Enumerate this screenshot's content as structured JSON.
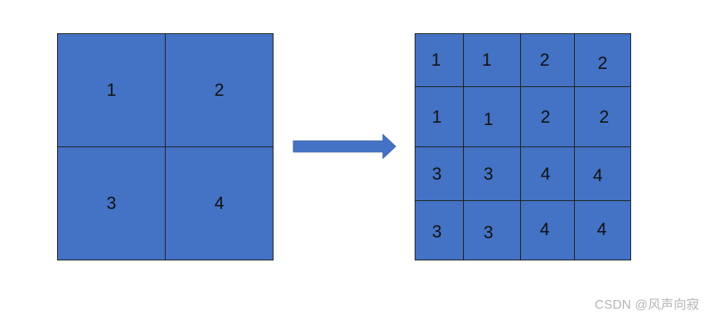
{
  "diagram": {
    "left_grid": {
      "cells": [
        "1",
        "2",
        "3",
        "4"
      ]
    },
    "right_grid": {
      "cells": [
        "1",
        "1",
        "2",
        "2",
        "1",
        "1",
        "2",
        "2",
        "3",
        "3",
        "4",
        "4",
        "3",
        "3",
        "4",
        "4"
      ]
    },
    "arrow_icon": "right-arrow",
    "colors": {
      "cell_fill": "#4472c4",
      "grid_line": "#1f1f1f",
      "text": "#111111"
    }
  },
  "watermark": {
    "text": "CSDN @风声向寂"
  }
}
